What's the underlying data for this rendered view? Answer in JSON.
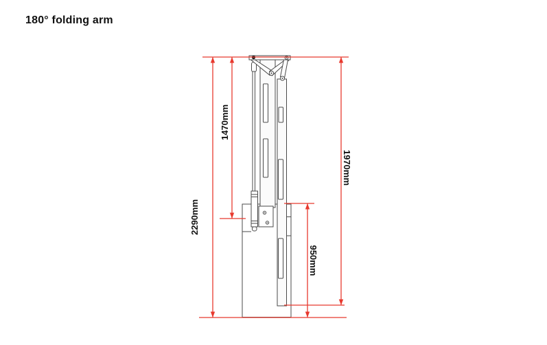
{
  "page": {
    "title": "180° folding arm"
  },
  "drawing": {
    "type": "technical-dimension-drawing",
    "subject": "front view of 180 degree folding arm column with base cabinet",
    "colors": {
      "dimension_line": "#e8392e",
      "structure_line": "#4a4a4a",
      "background": "#ffffff"
    },
    "dimensions": {
      "total_height": {
        "label": "2290mm",
        "value": 2290,
        "unit": "mm"
      },
      "fold_height": {
        "label": "1470mm",
        "value": 1470,
        "unit": "mm"
      },
      "column_height": {
        "label": "1970mm",
        "value": 1970,
        "unit": "mm"
      },
      "base_height": {
        "label": "950mm",
        "value": 950,
        "unit": "mm"
      }
    }
  }
}
